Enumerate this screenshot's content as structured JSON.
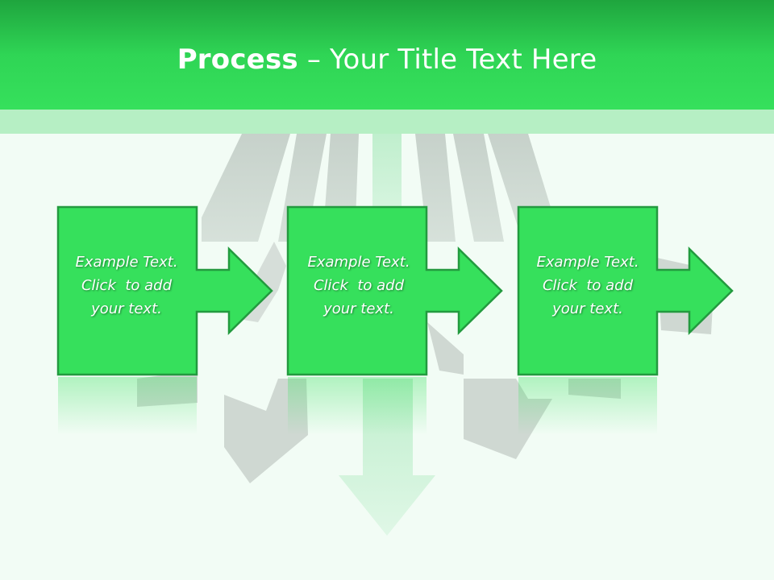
{
  "slide": {
    "title_bold": "Process",
    "title_rest": " – Your Title Text Here"
  },
  "steps": [
    {
      "lines": [
        "Example Text.",
        "Click  to add",
        "your text."
      ]
    },
    {
      "lines": [
        "Example Text.",
        "Click  to add",
        "your text."
      ]
    },
    {
      "lines": [
        "Example Text.",
        "Click  to add",
        "your text."
      ]
    }
  ],
  "colors": {
    "header": "#2fd555",
    "box": "#36e05c",
    "box_border": "#239a3f",
    "background": "#f2fcf5"
  }
}
